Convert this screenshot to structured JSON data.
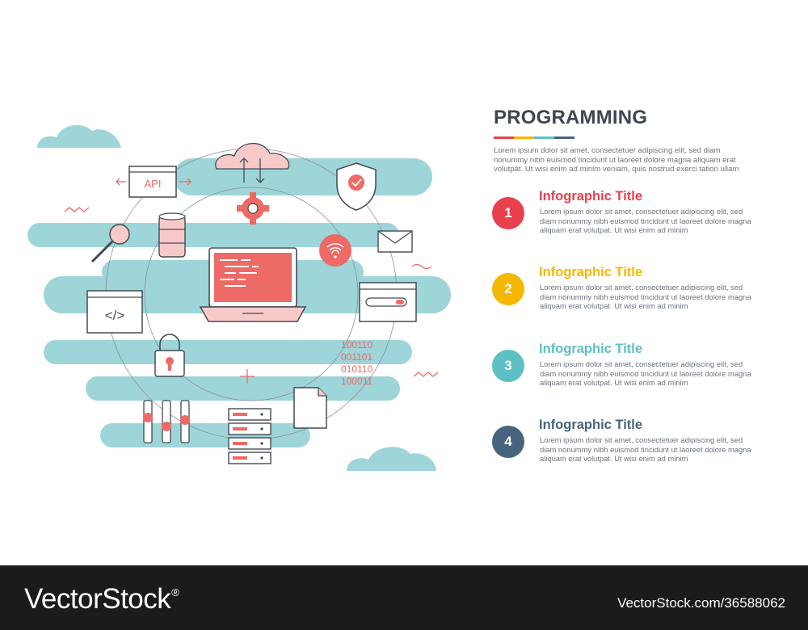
{
  "header": {
    "title": "PROGRAMMING",
    "intro": "Lorem ipsum dolor sit amet, consectetuer adipiscing elit, sed diam nonummy nibh euismod tincidunt ut laoreet dolore magna aliquam erat volutpat. Ut wisi enim ad minim veniam, quis nostrud exerci tation ullam",
    "title_bar_colors": [
      "#e8404f",
      "#f5b800",
      "#5cc0c4",
      "#46647e"
    ]
  },
  "items": [
    {
      "number": "1",
      "title": "Infographic Title",
      "desc": "Lorem ipsum dolor sit amet, consectetuer adipiscing elit, sed diam nonummy nibh euismod tincidunt ut laoreet dolore magna aliquam erat volutpat. Ut wisi enim ad minim",
      "color": "#e8404f"
    },
    {
      "number": "2",
      "title": "Infographic Title",
      "desc": "Lorem ipsum dolor sit amet, consectetuer adipiscing elit, sed diam nonummy nibh euismod tincidunt ut laoreet dolore magna aliquam erat volutpat. Ut wisi enim ad minim",
      "color": "#f5b800"
    },
    {
      "number": "3",
      "title": "Infographic Title",
      "desc": "Lorem ipsum dolor sit amet, consectetuer adipiscing elit, sed diam nonummy nibh euismod tincidunt ut laoreet dolore magna aliquam erat volutpat. Ut wisi enim ad minim",
      "color": "#5cc0c4"
    },
    {
      "number": "4",
      "title": "Infographic Title",
      "desc": "Lorem ipsum dolor sit amet, consectetuer adipiscing elit, sed diam nonummy nibh euismod tincidunt ut laoreet dolore magna aliquam erat volutpat. Ut wisi enim ad minim",
      "color": "#46647e"
    }
  ],
  "illustration": {
    "api_label": "API",
    "code_tag": "</>",
    "binary": [
      "100110",
      "001101",
      "010110",
      "100011"
    ],
    "colors": {
      "accent": "#ee6a66",
      "light_accent": "#f7c9c9",
      "teal": "#9dd5d8",
      "line": "#444a54",
      "paper": "#ffffff"
    }
  },
  "footer": {
    "brand": "VectorStock",
    "brand_mark": "®",
    "stock_id": "VectorStock.com/36588062"
  }
}
